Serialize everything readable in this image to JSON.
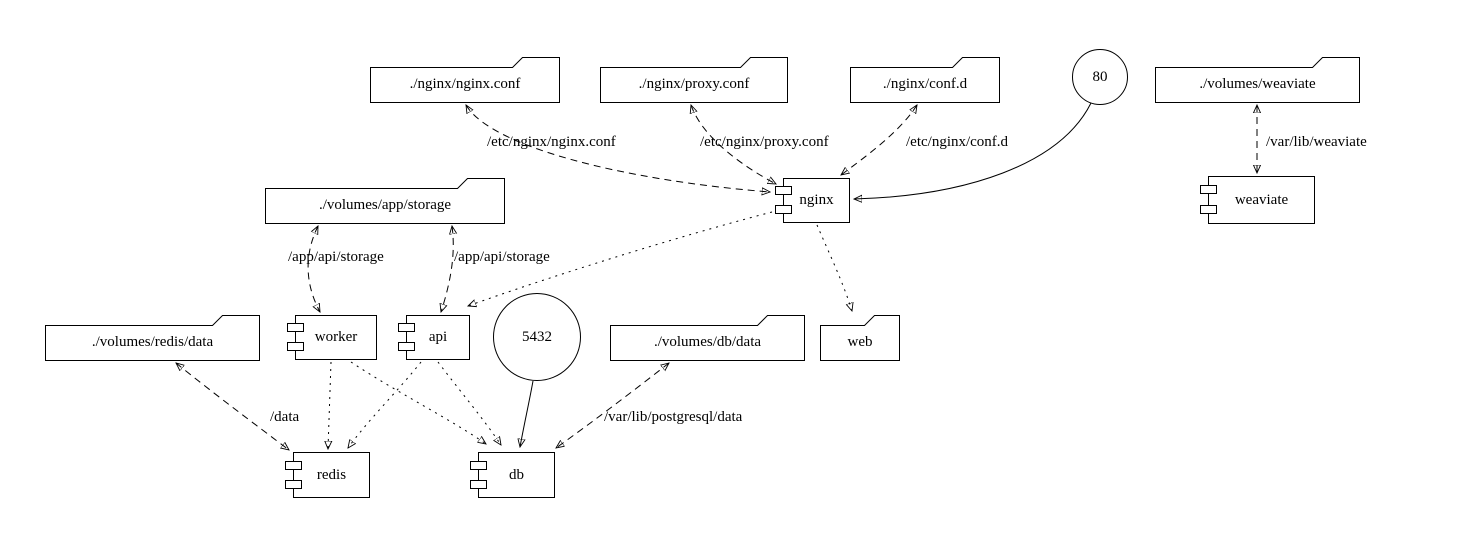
{
  "nodes": {
    "nginx_conf": {
      "label": "./nginx/nginx.conf"
    },
    "proxy_conf": {
      "label": "./nginx/proxy.conf"
    },
    "conf_d": {
      "label": "./nginx/conf.d"
    },
    "port_80": {
      "label": "80"
    },
    "volumes_weaviate": {
      "label": "./volumes/weaviate"
    },
    "app_storage": {
      "label": "./volumes/app/storage"
    },
    "nginx": {
      "label": "nginx"
    },
    "weaviate": {
      "label": "weaviate"
    },
    "redis_data": {
      "label": "./volumes/redis/data"
    },
    "worker": {
      "label": "worker"
    },
    "api": {
      "label": "api"
    },
    "port_5432": {
      "label": "5432"
    },
    "db_data": {
      "label": "./volumes/db/data"
    },
    "web": {
      "label": "web"
    },
    "redis": {
      "label": "redis"
    },
    "db": {
      "label": "db"
    }
  },
  "edge_labels": {
    "nginx_conf_mount": "/etc/nginx/nginx.conf",
    "proxy_conf_mount": "/etc/nginx/proxy.conf",
    "conf_d_mount": "/etc/nginx/conf.d",
    "weaviate_mount": "/var/lib/weaviate",
    "worker_storage_mount": "/app/api/storage",
    "api_storage_mount": "/app/api/storage",
    "redis_mount": "/data",
    "db_mount": "/var/lib/postgresql/data"
  },
  "colors": {
    "stroke": "#000000",
    "background": "#ffffff"
  }
}
